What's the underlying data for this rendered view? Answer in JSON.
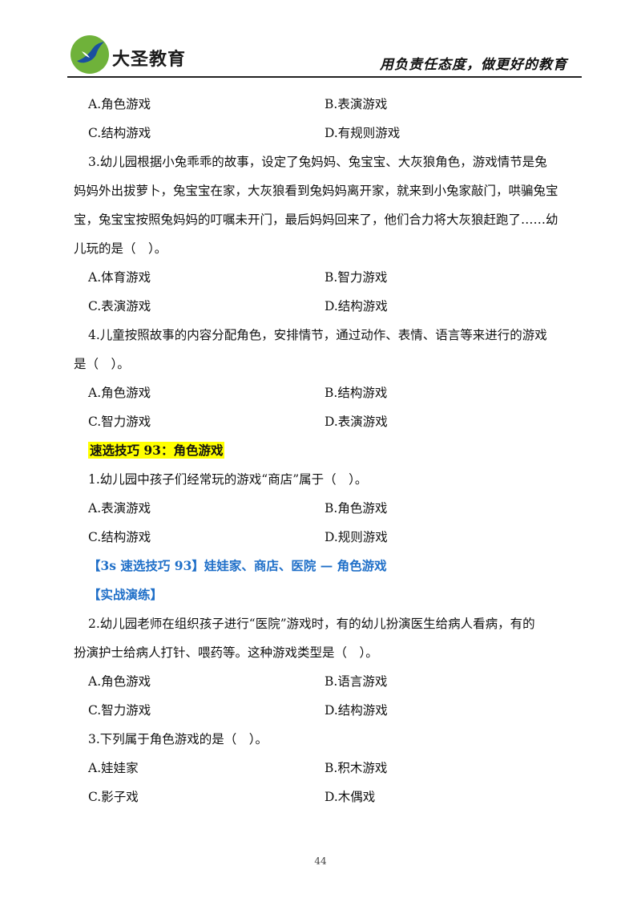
{
  "header": {
    "brand": "大圣教育",
    "slogan": "用负责任态度，做更好的教育",
    "colors": {
      "logo_green": "#6fb23a",
      "logo_bird": "#1a4fa0",
      "blue_text": "#1f6fc8",
      "highlight": "#ffff00"
    }
  },
  "q_prev": {
    "opts": [
      "A.角色游戏",
      "B.表演游戏",
      "C.结构游戏",
      "D.有规则游戏"
    ]
  },
  "q3a": {
    "lines": [
      "3.幼儿园根据小兔乖乖的故事，设定了兔妈妈、兔宝宝、大灰狼角色，游戏情节是兔",
      "妈妈外出拔萝卜，兔宝宝在家，大灰狼看到兔妈妈离开家，就来到小兔家敲门，哄骗兔宝",
      "宝，兔宝宝按照兔妈妈的叮嘱未开门，最后妈妈回来了，他们合力将大灰狼赶跑了……幼",
      "儿玩的是（　）。"
    ],
    "opts": [
      "A.体育游戏",
      "B.智力游戏",
      "C.表演游戏",
      "D.结构游戏"
    ]
  },
  "q4": {
    "lines": [
      "4.儿童按照故事的内容分配角色，安排情节，通过动作、表情、语言等来进行的游戏",
      "是（　）。"
    ],
    "opts": [
      "A.角色游戏",
      "B.结构游戏",
      "C.智力游戏",
      "D.表演游戏"
    ]
  },
  "tip93": {
    "title": "速选技巧 93：角色游戏"
  },
  "q1": {
    "line": "1.幼儿园中孩子们经常玩的游戏“商店”属于（　）。",
    "opts": [
      "A.表演游戏",
      "B.角色游戏",
      "C.结构游戏",
      "D.规则游戏"
    ]
  },
  "tip_line": {
    "bracket": "【3s 速选技巧 93】",
    "text": "娃娃家、商店、医院 — 角色游戏"
  },
  "practice": {
    "label": "【实战演练】"
  },
  "q2": {
    "lines": [
      "2.幼儿园老师在组织孩子进行“医院”游戏时，有的幼儿扮演医生给病人看病，有的",
      "扮演护士给病人打针、喂药等。这种游戏类型是（　）。"
    ],
    "opts": [
      "A.角色游戏",
      "B.语言游戏",
      "C.智力游戏",
      "D.结构游戏"
    ]
  },
  "q3b": {
    "line": "3.下列属于角色游戏的是（　）。",
    "opts": [
      "A.娃娃家",
      "B.积木游戏",
      "C.影子戏",
      "D.木偶戏"
    ]
  },
  "footer": {
    "page_number": "44"
  }
}
